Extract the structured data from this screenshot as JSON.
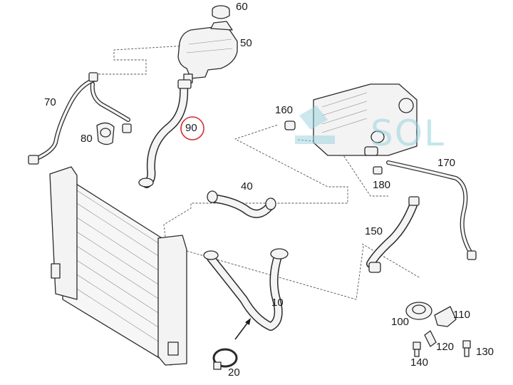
{
  "watermark": {
    "text": "SOL",
    "color": "#96d2dc"
  },
  "highlight": {
    "part": "90",
    "ring_color": "#d92b2b"
  },
  "callouts": {
    "p10": "10",
    "p20": "20",
    "p40": "40",
    "p50": "50",
    "p60": "60",
    "p70": "70",
    "p80": "80",
    "p90": "90",
    "p100": "100",
    "p110": "110",
    "p120": "120",
    "p130": "130",
    "p140": "140",
    "p150": "150",
    "p160": "160",
    "p170": "170",
    "p180": "180"
  }
}
